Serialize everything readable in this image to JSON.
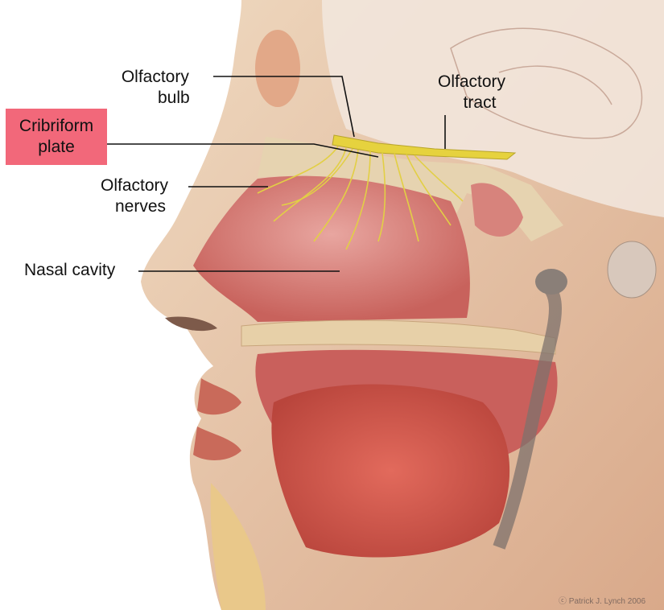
{
  "labels": {
    "olfactory_bulb": [
      "Olfactory",
      "bulb"
    ],
    "olfactory_tract": [
      "Olfactory",
      "tract"
    ],
    "cribriform_plate": [
      "Cribriform",
      "plate"
    ],
    "olfactory_nerves": [
      "Olfactory",
      "nerves"
    ],
    "nasal_cavity": "Nasal cavity"
  },
  "credit": "Patrick J. Lynch 2006",
  "colors": {
    "highlight": "#f2687a",
    "nerve": "#e8d84a",
    "skin": "#e8c7a5",
    "mucosa": "#d98a86"
  }
}
